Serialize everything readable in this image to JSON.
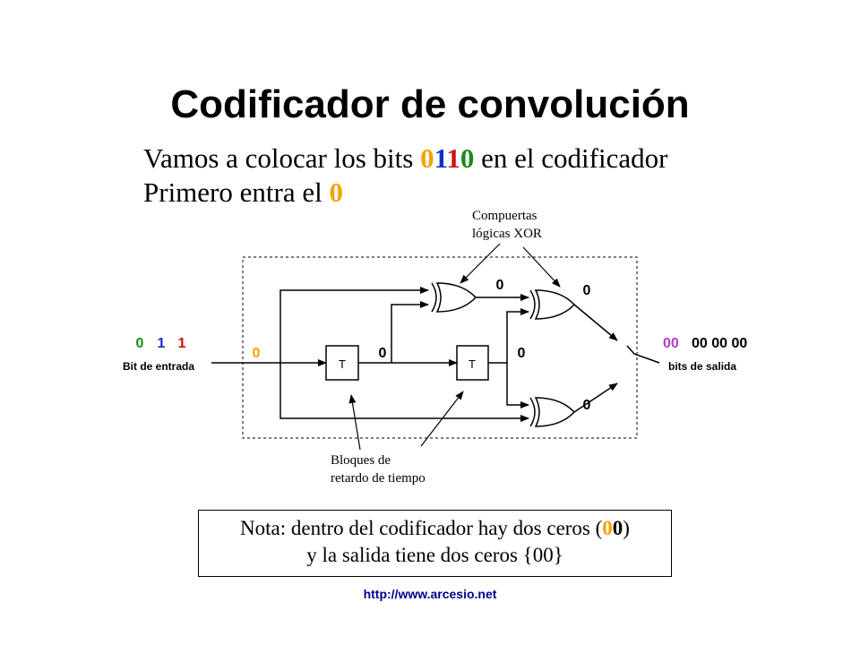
{
  "title": "Codificador de convolución",
  "intro": {
    "line1_prefix": "Vamos a colocar los bits ",
    "line1_bits": [
      "0",
      "1",
      "1",
      "0"
    ],
    "line1_suffix": " en el codificador",
    "line2_prefix": "Primero entra el ",
    "line2_bit": "0"
  },
  "colors": {
    "orange": "#f5a300",
    "blue": "#1030c8",
    "red": "#d01010",
    "green": "#1a8a1a",
    "purple": "#b040c0",
    "black": "#000000"
  },
  "diagram": {
    "input_bits": [
      "0",
      "1",
      "1"
    ],
    "input_label": "Bit de entrada",
    "entering_bit": "0",
    "delay_block_label": "T",
    "between_delays_value": "0",
    "after_second_delay_value": "0",
    "xor_top_left_output": "0",
    "xor_top_right_output": "0",
    "xor_bottom_output": "0",
    "output_first": "00",
    "output_rest": "00 00 00",
    "output_label": "bits de salida",
    "xor_callout": [
      "Compuertas",
      "lógicas XOR"
    ],
    "delay_callout": [
      "Bloques de",
      "retardo de tiempo"
    ]
  },
  "note": {
    "line1_prefix": "Nota: dentro del codificador hay dos ceros (",
    "line1_bit_a": "0",
    "line1_bit_b": "0",
    "line1_suffix": ")",
    "line2": "y la salida tiene dos ceros {00}"
  },
  "footer_url": "http://www.arcesio.net"
}
